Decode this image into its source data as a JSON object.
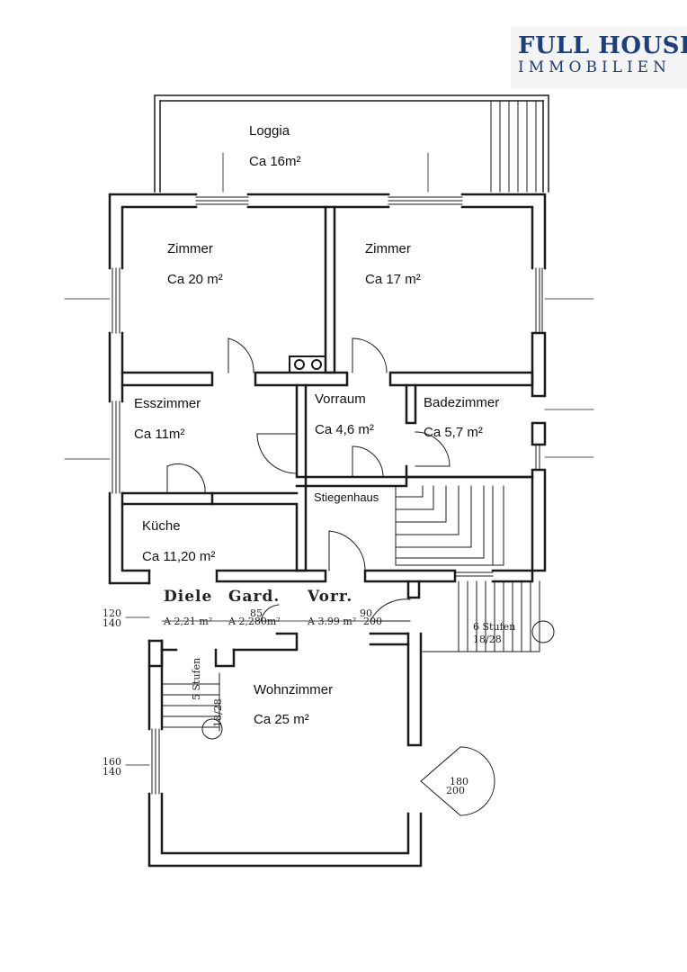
{
  "logo": {
    "line1": "FULL HOUSE",
    "line2": "IMMOBILIEN"
  },
  "rooms": {
    "loggia": {
      "name": "Loggia",
      "area": "Ca 16m²"
    },
    "zimmer1": {
      "name": "Zimmer",
      "area": "Ca 20 m²"
    },
    "zimmer2": {
      "name": "Zimmer",
      "area": "Ca 17 m²"
    },
    "esszimmer": {
      "name": "Esszimmer",
      "area": "Ca 11m²"
    },
    "vorraum": {
      "name": "Vorraum",
      "area": "Ca 4,6 m²"
    },
    "badezimmer": {
      "name": "Badezimmer",
      "area": "Ca 5,7 m²"
    },
    "stiegenhaus": {
      "name": "Stiegenhaus"
    },
    "kueche": {
      "name": "Küche",
      "area": "Ca 11,20 m²"
    },
    "wohnzimmer": {
      "name": "Wohnzimmer",
      "area": "Ca 25 m²"
    }
  },
  "annotations": {
    "diele": "Diele",
    "diele_area": "A 2,21 m²",
    "gard": "Gard.",
    "gard_area": "A 2,280m²",
    "vorr": "Vorr.",
    "vorr_area": "A 3.99 m²",
    "dim_120": "120",
    "dim_140a": "140",
    "dim_85": "85",
    "dim_90": "90",
    "dim_200a": "200",
    "stufen6": "6 Stufen",
    "stufen6_ratio": "18/28",
    "stufen5": "5 Stufen",
    "stufen5_ratio": "18/28",
    "dim_160": "160",
    "dim_140b": "140",
    "dim_180": "180",
    "dim_200b": "200"
  }
}
